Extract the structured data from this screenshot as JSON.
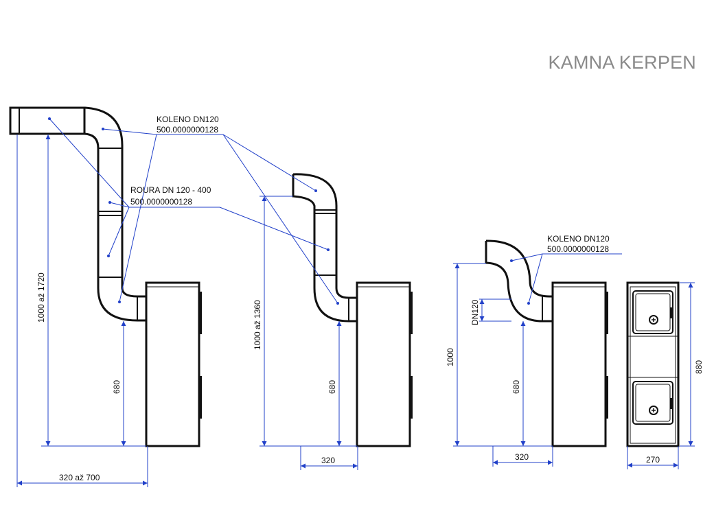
{
  "title": "KAMNA KERPEN",
  "labels": {
    "koleno_1_name": "KOLENO DN120",
    "koleno_1_code": "500.0000000128",
    "roura_name": "ROURA DN 120 - 400",
    "roura_code": "500.0000000128",
    "koleno_2_name": "KOLENO DN120",
    "koleno_2_code": "500.0000000128"
  },
  "dimensions": {
    "d1_height_total": "1000 až 1720",
    "d1_height_connection": "680",
    "d1_width": "320 až 700",
    "d2_height_total": "1000 až 1360",
    "d2_height_connection": "680",
    "d2_width": "320",
    "d3_height_total": "1000",
    "d3_pipe_diameter": "DN120",
    "d3_height_connection": "680",
    "d3_width": "320",
    "front_height": "880",
    "front_width": "270"
  },
  "colors": {
    "line": "#111111",
    "dimension": "#2140c9",
    "title": "#8a8a8a"
  }
}
